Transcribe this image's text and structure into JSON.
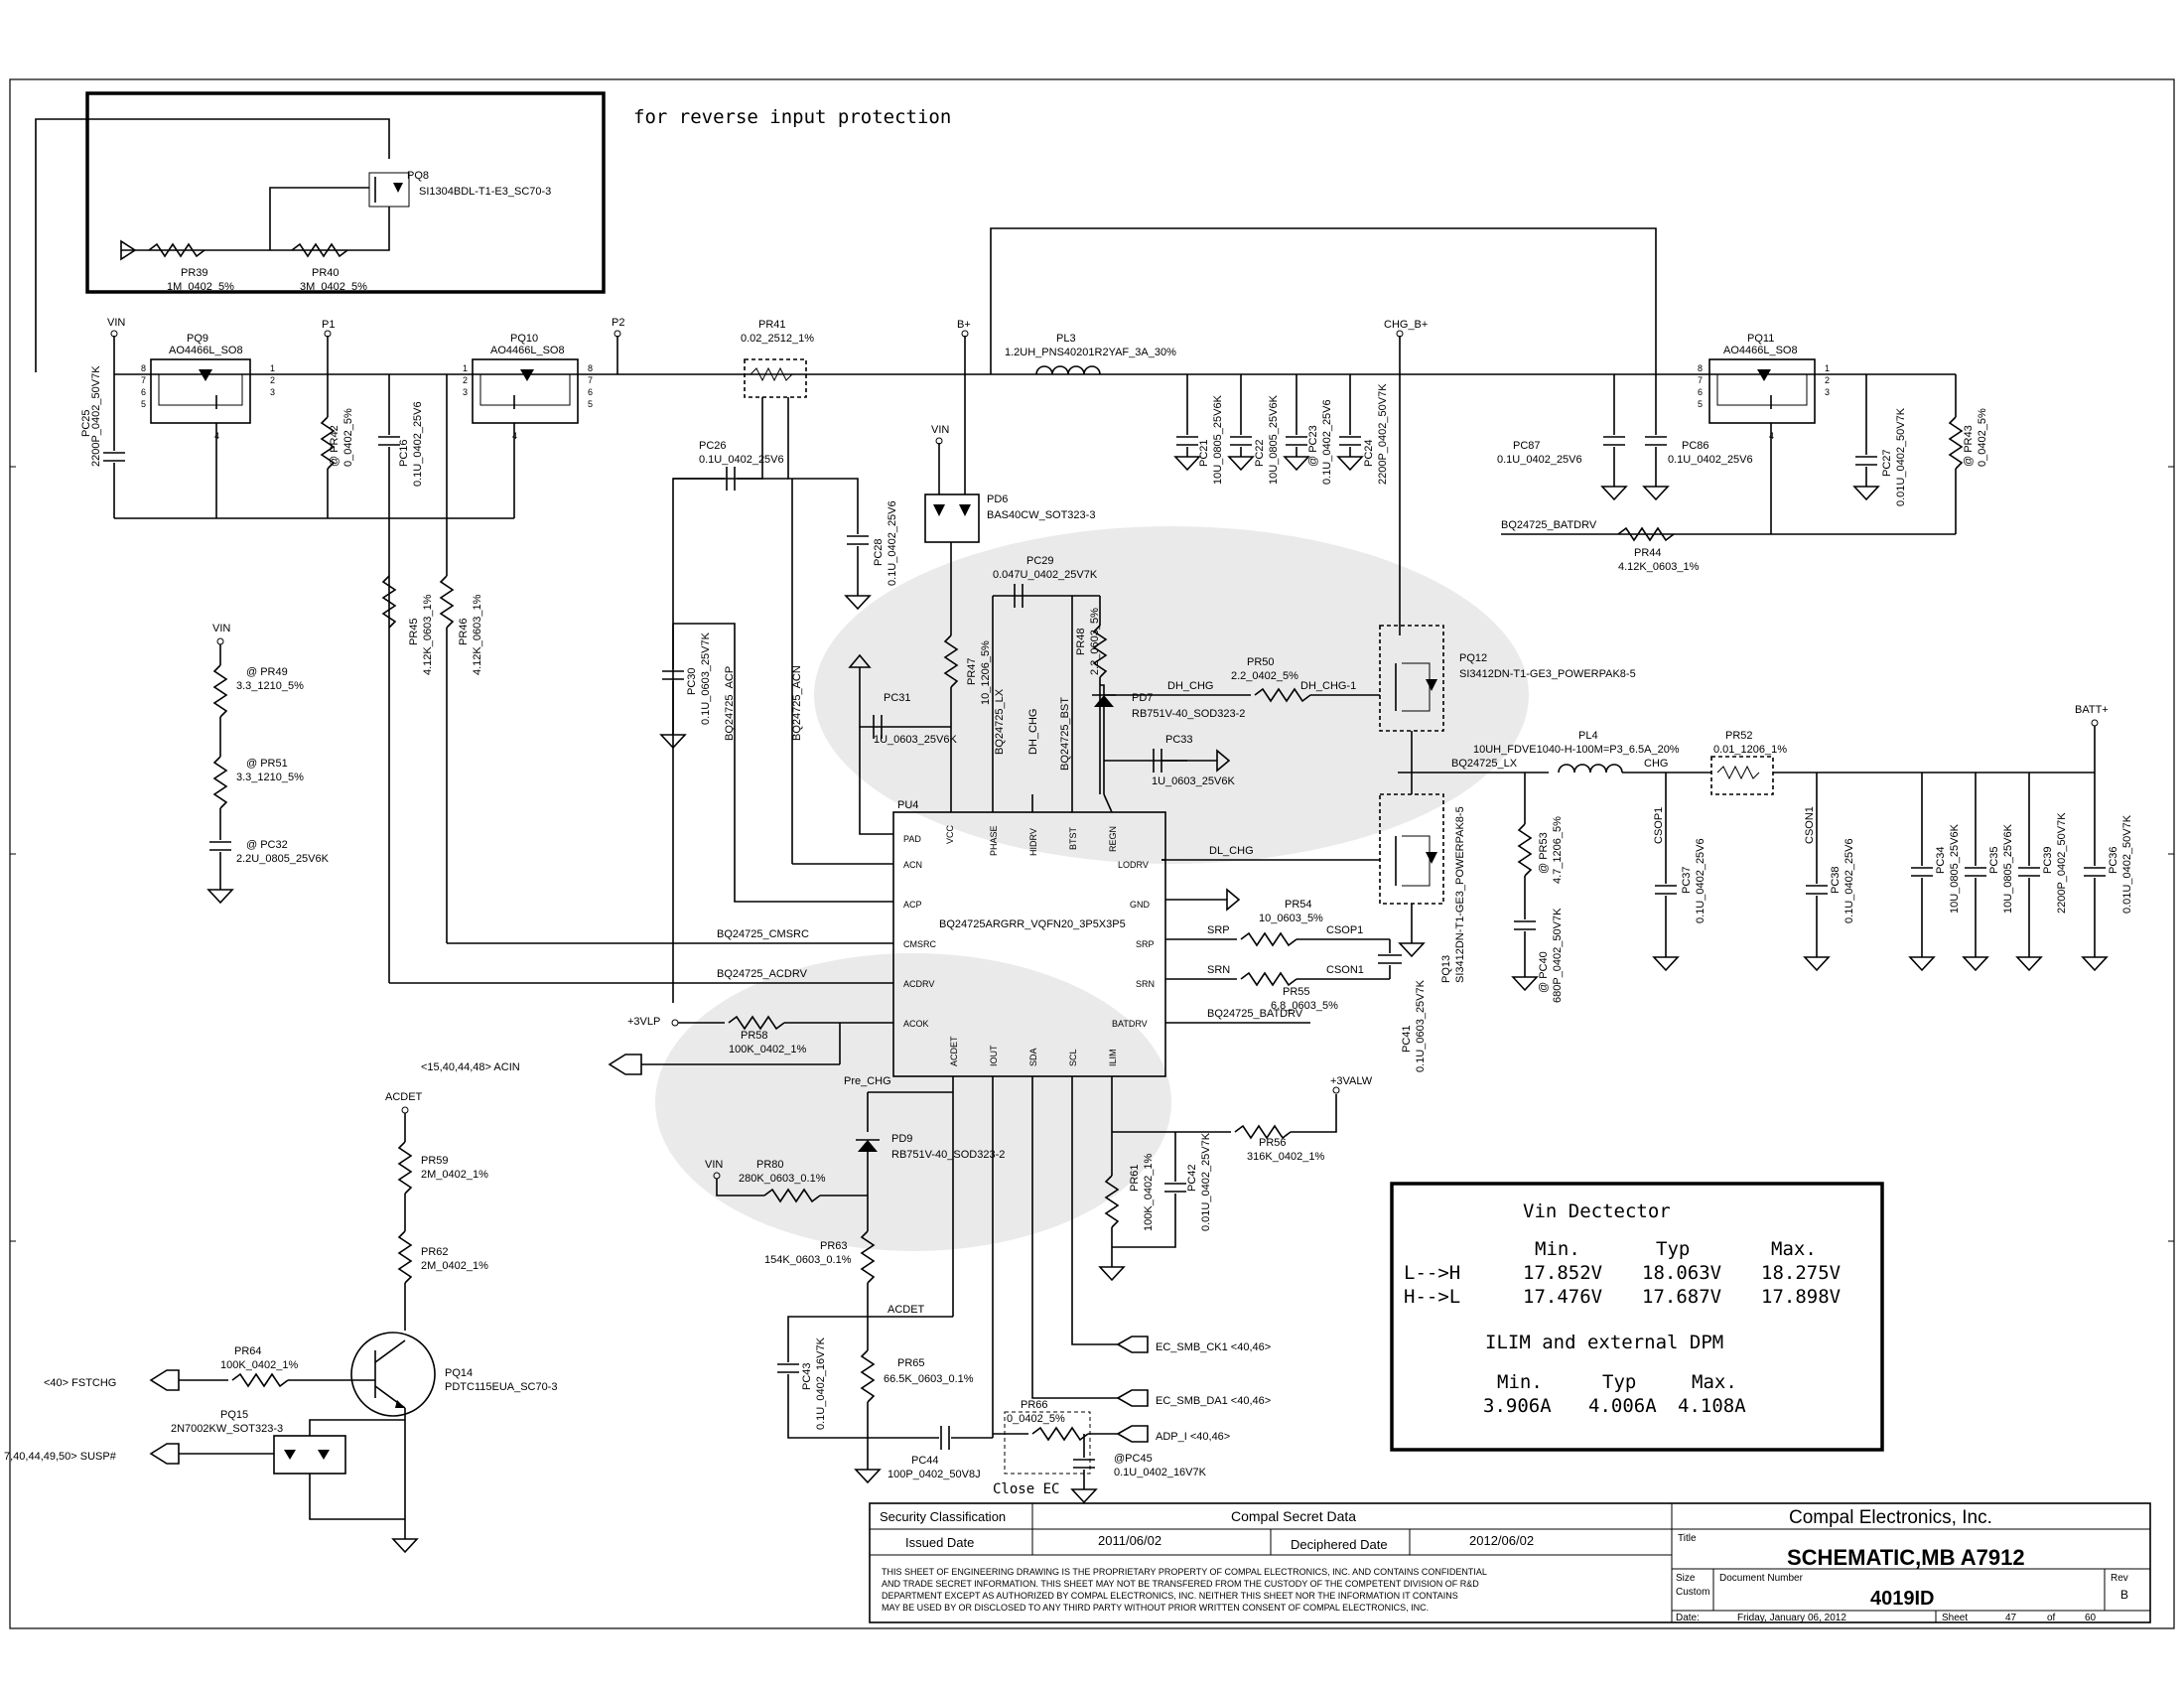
{
  "notes": {
    "reverse_input": "for reverse input protection",
    "pre_chg": "Pre_CHG",
    "close_ec": "Close EC"
  },
  "nets": {
    "vin": "VIN",
    "p1": "P1",
    "p2": "P2",
    "bplus": "B+",
    "chg_bplus": "CHG_B+",
    "batt": "BATT+",
    "acdet": "ACDET",
    "vin_pr49": "VIN",
    "vin_pd6": "VIN",
    "vin_pr80": "VIN",
    "plus3vlp": "+3VLP",
    "plus3valw": "+3VALW",
    "acin": "<15,40,44,48> ACIN",
    "fstchg": "<40> FSTCHG",
    "susp": "7,40,44,49,50> SUSP#",
    "ec_smb_ck1": "EC_SMB_CK1 <40,46>",
    "ec_smb_da1": "EC_SMB_DA1 <40,46>",
    "adp_i": "ADP_I <40,46>",
    "acdet_mid": "ACDET",
    "bq_acp": "BQ24725_ACP",
    "bq_acn": "BQ24725_ACN",
    "bq_cmsrc": "BQ24725_CMSRC",
    "bq_acdrv": "BQ24725_ACDRV",
    "bq_lx": "BQ24725_LX",
    "bq_lx2": "BQ24725_LX",
    "bq_bst": "BQ24725_BST",
    "bq_batdrv": "BQ24725_BATDRV",
    "bq_batdrv2": "BQ24725_BATDRV",
    "dh_chg": "DH_CHG",
    "dh_chg_v": "DH_CHG",
    "dh_chg_1": "DH_CHG-1",
    "dl_chg": "DL_CHG",
    "chg": "CHG",
    "srp": "SRP",
    "srn": "SRN",
    "csop1": "CSOP1",
    "cson1": "CSON1",
    "csop1_v": "CSOP1",
    "cson1_v": "CSON1"
  },
  "components": {
    "pq8": {
      "ref": "PQ8",
      "value": "SI1304BDL-T1-E3_SC70-3"
    },
    "pr39": {
      "ref": "PR39",
      "value": "1M_0402_5%"
    },
    "pr40": {
      "ref": "PR40",
      "value": "3M_0402_5%"
    },
    "pq9": {
      "ref": "PQ9",
      "value": "AO4466L_SO8"
    },
    "pq10": {
      "ref": "PQ10",
      "value": "AO4466L_SO8"
    },
    "pq11": {
      "ref": "PQ11",
      "value": "AO4466L_SO8"
    },
    "pc25": {
      "ref": "PC25",
      "value": "2200P_0402_50V7K"
    },
    "pr42": {
      "ref": "@ PR42",
      "value": "0_0402_5%"
    },
    "pc16": {
      "ref": "PC16",
      "value": "0.1U_0402_25V6"
    },
    "pr41": {
      "ref": "PR41",
      "value": "0.02_2512_1%"
    },
    "pc26": {
      "ref": "PC26",
      "value": "0.1U_0402_25V6"
    },
    "pc28": {
      "ref": "PC28",
      "value": "0.1U_0402_25V6"
    },
    "pd6": {
      "ref": "PD6",
      "value": "BAS40CW_SOT323-3"
    },
    "pl3": {
      "ref": "PL3",
      "value": "1.2UH_PNS40201R2YAF_3A_30%"
    },
    "pc21": {
      "ref": "PC21",
      "value": "10U_0805_25V6K"
    },
    "pc22": {
      "ref": "PC22",
      "value": "10U_0805_25V6K"
    },
    "pc23": {
      "ref": "@ PC23",
      "value": "0.1U_0402_25V6"
    },
    "pc24": {
      "ref": "PC24",
      "value": "2200P_0402_50V7K"
    },
    "pc87": {
      "ref": "PC87",
      "value": "0.1U_0402_25V6"
    },
    "pc86": {
      "ref": "PC86",
      "value": "0.1U_0402_25V6"
    },
    "pc27": {
      "ref": "PC27",
      "value": "0.01U_0402_50V7K"
    },
    "pr43": {
      "ref": "@ PR43",
      "value": "0_0402_5%"
    },
    "pr44": {
      "ref": "PR44",
      "value": "4.12K_0603_1%"
    },
    "pr45": {
      "ref": "PR45",
      "value": "4.12K_0603_1%"
    },
    "pr46": {
      "ref": "PR46",
      "value": "4.12K_0603_1%"
    },
    "pr49": {
      "ref": "@ PR49",
      "value": "3.3_1210_5%"
    },
    "pr51": {
      "ref": "@ PR51",
      "value": "3.3_1210_5%"
    },
    "pc32": {
      "ref": "@ PC32",
      "value": "2.2U_0805_25V6K"
    },
    "pc30": {
      "ref": "PC30",
      "value": "0.1U_0603_25V7K"
    },
    "pc29": {
      "ref": "PC29",
      "value": "0.047U_0402_25V7K"
    },
    "pr47": {
      "ref": "PR47",
      "value": "10_1206_5%"
    },
    "pr48": {
      "ref": "PR48",
      "value": "2.2_0603_5%"
    },
    "pc31": {
      "ref": "PC31",
      "value": "1U_0603_25V6K"
    },
    "pd7": {
      "ref": "PD7",
      "value": "RB751V-40_SOD323-2"
    },
    "pc33": {
      "ref": "PC33",
      "value": "1U_0603_25V6K"
    },
    "pr50": {
      "ref": "PR50",
      "value": "2.2_0402_5%"
    },
    "pq12": {
      "ref": "PQ12",
      "value": "SI3412DN-T1-GE3_POWERPAK8-5"
    },
    "pq13": {
      "ref": "PQ13",
      "value": "SI3412DN-T1-GE3_POWERPAK8-5"
    },
    "pl4": {
      "ref": "PL4",
      "value": "10UH_FDVE1040-H-100M=P3_6.5A_20%"
    },
    "pr52": {
      "ref": "PR52",
      "value": "0.01_1206_1%"
    },
    "pr53": {
      "ref": "@ PR53",
      "value": "4.7_1206_5%"
    },
    "pc40": {
      "ref": "@ PC40",
      "value": "680P_0402_50V7K"
    },
    "pc37": {
      "ref": "PC37",
      "value": "0.1U_0402_25V6"
    },
    "pc38": {
      "ref": "PC38",
      "value": "0.1U_0402_25V6"
    },
    "pc34": {
      "ref": "PC34",
      "value": "10U_0805_25V6K"
    },
    "pc35": {
      "ref": "PC35",
      "value": "10U_0805_25V6K"
    },
    "pc39": {
      "ref": "PC39",
      "value": "2200P_0402_50V7K"
    },
    "pc36": {
      "ref": "PC36",
      "value": "0.01U_0402_50V7K"
    },
    "pr54": {
      "ref": "PR54",
      "value": "10_0603_5%"
    },
    "pr55": {
      "ref": "PR55",
      "value": "6.8_0603_5%"
    },
    "pc41": {
      "ref": "PC41",
      "value": "0.1U_0603_25V7K"
    },
    "pr58": {
      "ref": "PR58",
      "value": "100K_0402_1%"
    },
    "pu4": {
      "ref": "PU4",
      "value": "BQ24725ARGRR_VQFN20_3P5X3P5"
    },
    "pd9": {
      "ref": "PD9",
      "value": "RB751V-40_SOD323-2"
    },
    "pr80": {
      "ref": "PR80",
      "value": "280K_0603_0.1%"
    },
    "pr63": {
      "ref": "PR63",
      "value": "154K_0603_0.1%"
    },
    "pr65": {
      "ref": "PR65",
      "value": "66.5K_0603_0.1%"
    },
    "pc43": {
      "ref": "PC43",
      "value": "0.1U_0402_16V7K"
    },
    "pc44": {
      "ref": "PC44",
      "value": "100P_0402_50V8J"
    },
    "pr66": {
      "ref": "PR66",
      "value": "0_0402_5%"
    },
    "pc45": {
      "ref": "@PC45",
      "value": "0.1U_0402_16V7K"
    },
    "pr61": {
      "ref": "PR61",
      "value": "100K_0402_1%"
    },
    "pc42": {
      "ref": "PC42",
      "value": "0.01U_0402_25V7K"
    },
    "pr56": {
      "ref": "PR56",
      "value": "316K_0402_1%"
    },
    "pr59": {
      "ref": "PR59",
      "value": "2M_0402_1%"
    },
    "pr62": {
      "ref": "PR62",
      "value": "2M_0402_1%"
    },
    "pr64": {
      "ref": "PR64",
      "value": "100K_0402_1%"
    },
    "pq14": {
      "ref": "PQ14",
      "value": "PDTC115EUA_SC70-3"
    },
    "pq15": {
      "ref": "PQ15",
      "value": "2N7002KW_SOT323-3"
    }
  },
  "pu4_pins": {
    "pad": "PAD",
    "acn": "ACN",
    "acp": "ACP",
    "cmsrc": "CMSRC",
    "acdrv": "ACDRV",
    "acok": "ACOK",
    "vcc": "VCC",
    "phase": "PHASE",
    "hidrv": "HIDRV",
    "btst": "BTST",
    "regn": "REGN",
    "lodrv": "LODRV",
    "gnd": "GND",
    "srp": "SRP",
    "srn": "SRN",
    "batdrv": "BATDRV",
    "acdet": "ACDET",
    "iout": "IOUT",
    "sda": "SDA",
    "scl": "SCL",
    "ilim": "ILIM"
  },
  "vin_detector": {
    "title": "Vin Dectector",
    "h_min": "Min.",
    "h_typ": "Typ",
    "h_max": "Max.",
    "r1_label": "L-->H",
    "r1_min": "17.852V",
    "r1_typ": "18.063V",
    "r1_max": "18.275V",
    "r2_label": "H-->L",
    "r2_min": "17.476V",
    "r2_typ": "17.687V",
    "r2_max": "17.898V",
    "ilim_title": "ILIM and external DPM",
    "i_min_h": "Min.",
    "i_typ_h": "Typ",
    "i_max_h": "Max.",
    "i_min": "3.906A",
    "i_typ": "4.006A",
    "i_max": "4.108A"
  },
  "title_block": {
    "security_label": "Security Classification",
    "security_value": "Compal Secret Data",
    "issued_label": "Issued Date",
    "issued_value": "2011/06/02",
    "deciphered_label": "Deciphered Date",
    "deciphered_value": "2012/06/02",
    "company": "Compal Electronics, Inc.",
    "title_label": "Title",
    "title": "SCHEMATIC,MB A7912",
    "size_label": "Size",
    "custom_label": "Custom",
    "docnum_label": "Document Number",
    "docnum": "4019ID",
    "rev_label": "Rev",
    "rev": "B",
    "date_label": "Date:",
    "date": "Friday, January 06, 2012",
    "sheet_label": "Sheet",
    "sheet": "47",
    "of_label": "of",
    "total": "60",
    "disclaimer1": "THIS SHEET OF ENGINEERING DRAWING IS THE PROPRIETARY PROPERTY OF COMPAL ELECTRONICS, INC. AND CONTAINS CONFIDENTIAL",
    "disclaimer2": "AND TRADE SECRET INFORMATION. THIS SHEET MAY NOT BE TRANSFERED FROM THE CUSTODY OF THE COMPETENT DIVISION OF R&D",
    "disclaimer3": "DEPARTMENT EXCEPT AS AUTHORIZED BY COMPAL ELECTRONICS, INC. NEITHER THIS SHEET NOR THE INFORMATION IT CONTAINS",
    "disclaimer4": "MAY BE USED BY OR DISCLOSED TO ANY THIRD PARTY WITHOUT PRIOR WRITTEN CONSENT OF COMPAL ELECTRONICS, INC."
  }
}
